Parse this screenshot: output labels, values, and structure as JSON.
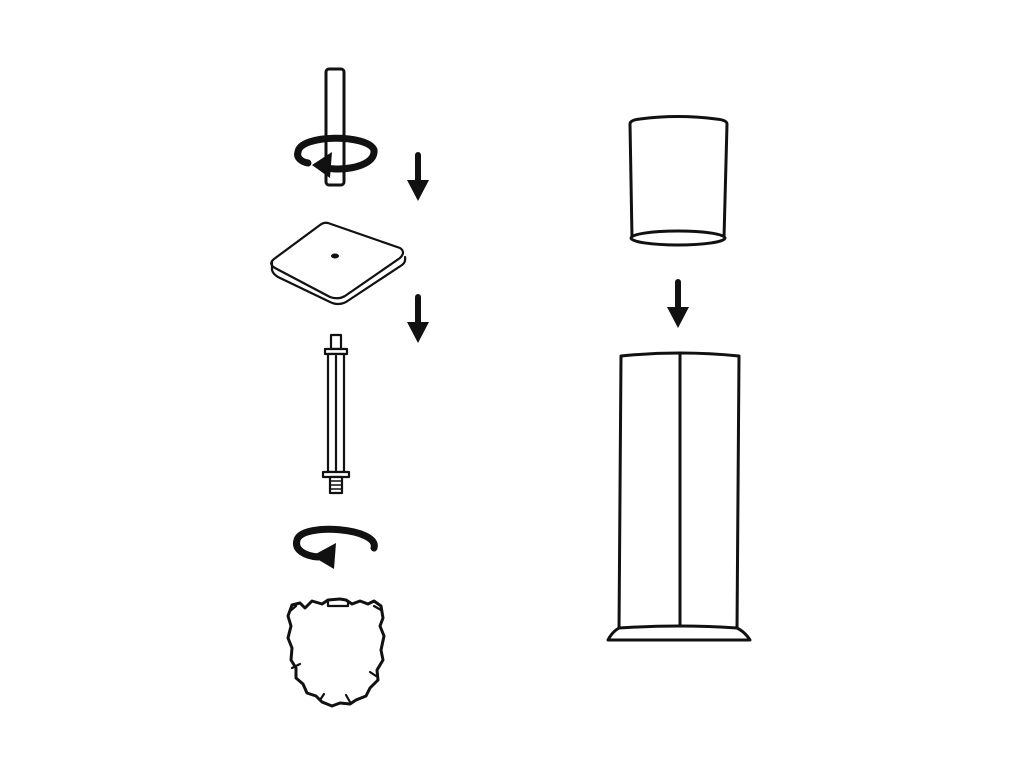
{
  "diagram": {
    "type": "assembly-instructions",
    "background": "#ffffff",
    "line_color": "#111111",
    "steps": [
      {
        "part": "handle-cap",
        "icon": "rotate-counterclockwise-icon"
      },
      {
        "part": "square-plate",
        "icon": "arrow-down-icon"
      },
      {
        "part": "threaded-rod",
        "icon": "arrow-down-icon"
      },
      {
        "part": "brush-head",
        "icon": "rotate-counterclockwise-icon"
      },
      {
        "part": "cylinder-insert",
        "icon": "arrow-down-icon"
      },
      {
        "part": "cylinder-holder"
      }
    ]
  }
}
